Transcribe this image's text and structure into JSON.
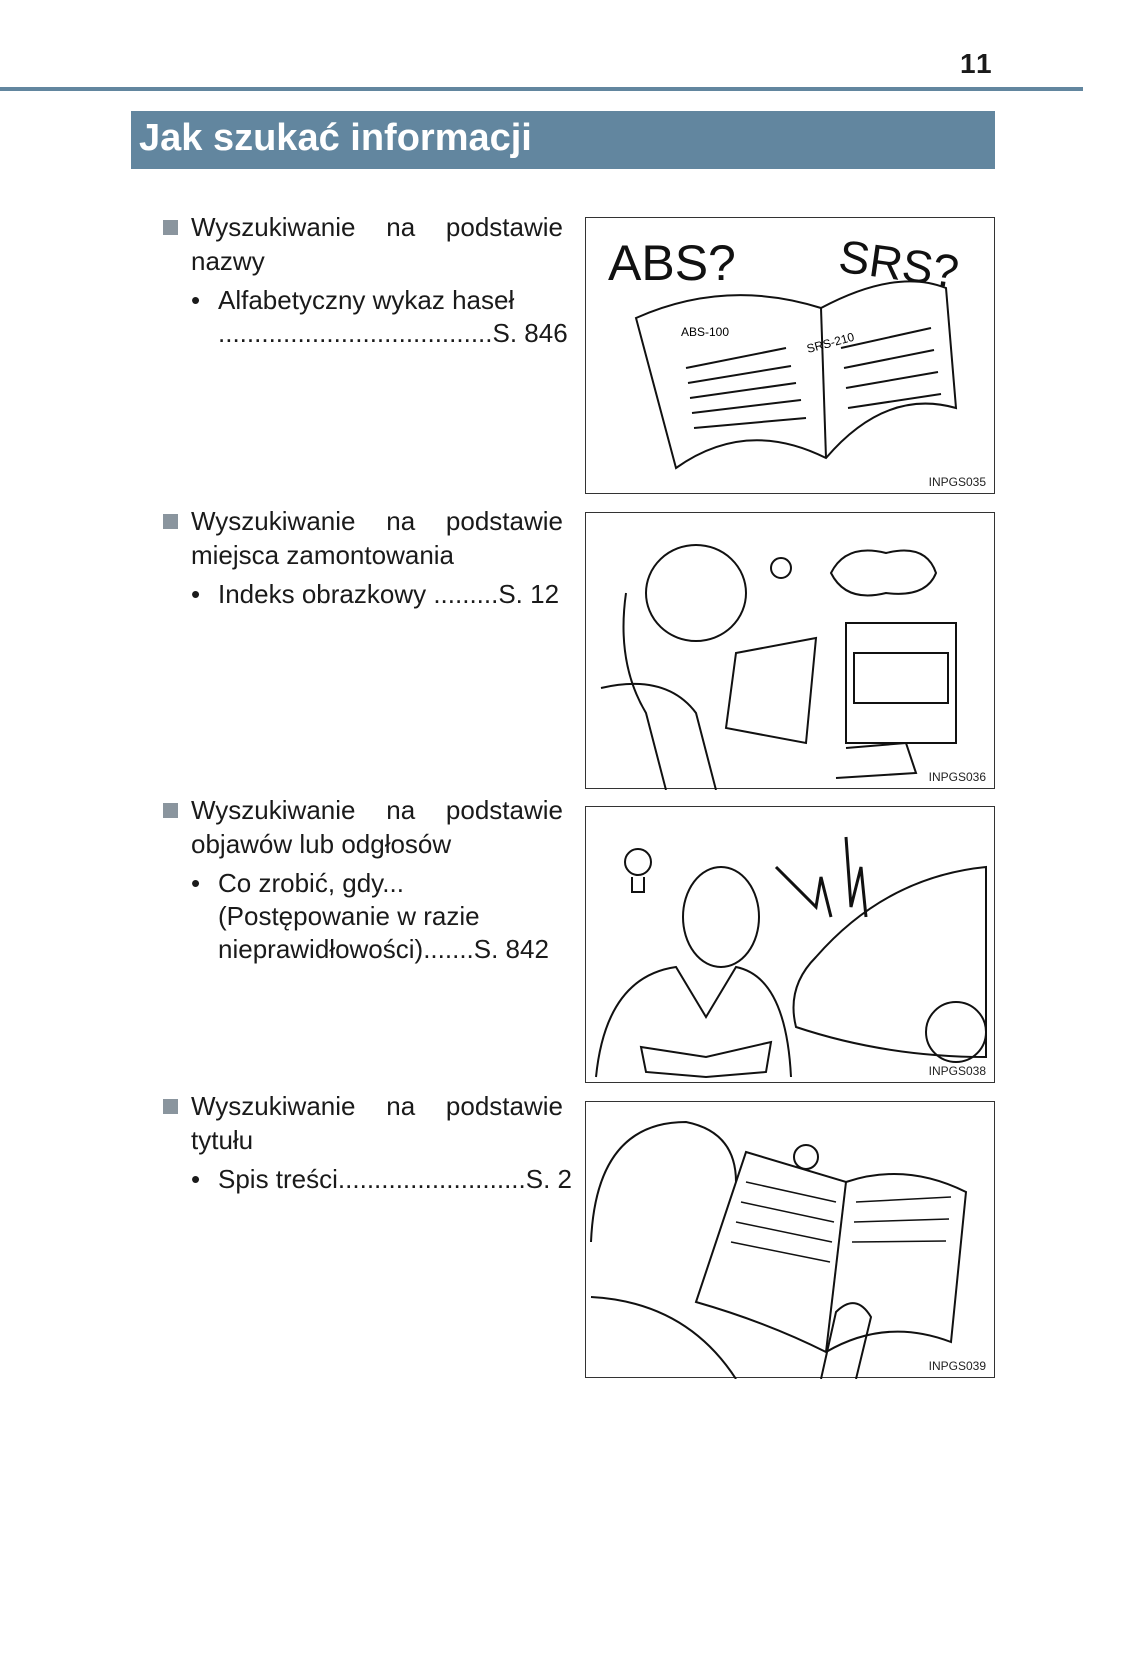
{
  "page_number": "11",
  "title": "Jak szukać informacji",
  "sections": [
    {
      "heading": "Wyszukiwanie na podstawie nazwy",
      "item_lines": [
        "Alfabetyczny wykaz haseł",
        "......................................S. 846"
      ],
      "figure_code": "INPGS035",
      "figure_text": [
        "ABS?",
        "SRS?",
        "ABS-100",
        "SRS-210"
      ]
    },
    {
      "heading": "Wyszukiwanie na podstawie miejsca zamontowania",
      "item_lines": [
        "Indeks obrazkowy .........S. 12"
      ],
      "figure_code": "INPGS036"
    },
    {
      "heading": "Wyszukiwanie na podstawie objawów lub odgłosów",
      "item_lines": [
        "Co zrobić, gdy...",
        "(Postępowanie w razie",
        "nieprawidłowości).......S. 842"
      ],
      "figure_code": "INPGS038"
    },
    {
      "heading": "Wyszukiwanie na podstawie tytułu",
      "item_lines": [
        "Spis treści..........................S. 2"
      ],
      "figure_code": "INPGS039"
    }
  ]
}
